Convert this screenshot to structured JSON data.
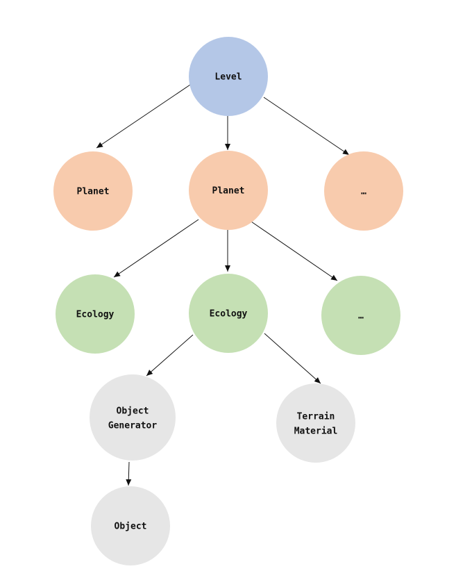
{
  "colors": {
    "level": "#b4c7e7",
    "planet": "#f8cbad",
    "ecology": "#c5e0b4",
    "component": "#e6e6e6",
    "edge": "#111111",
    "background": "#ffffff"
  },
  "nodes": {
    "level": {
      "label": "Level"
    },
    "planet_left": {
      "label": "Planet"
    },
    "planet_center": {
      "label": "Planet"
    },
    "planet_more": {
      "label": "…"
    },
    "ecology_left": {
      "label": "Ecology"
    },
    "ecology_center": {
      "label": "Ecology"
    },
    "ecology_more": {
      "label": "…"
    },
    "object_generator": {
      "label_line1": "Object",
      "label_line2": "Generator"
    },
    "terrain_material": {
      "label_line1": "Terrain",
      "label_line2": "Material"
    },
    "object": {
      "label": "Object"
    }
  }
}
